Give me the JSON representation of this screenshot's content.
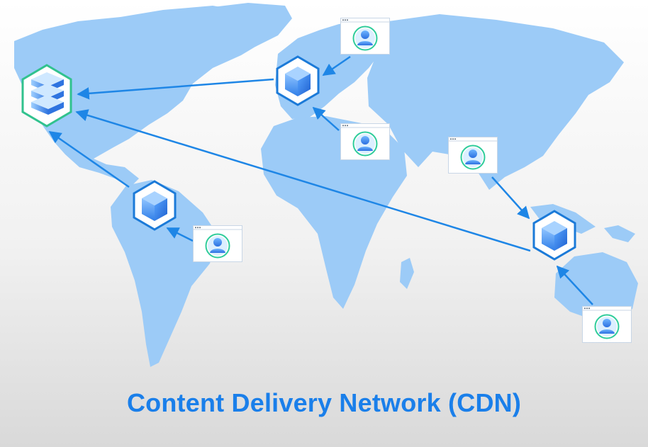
{
  "title": "Content Delivery Network (CDN)",
  "colors": {
    "land": "#9ccbf7",
    "arrow": "#1e86e6",
    "edge_stroke": "#1b7ad8",
    "title": "#1a7fea",
    "user_ring": "#2ecc9a"
  },
  "nodes": {
    "origin": {
      "icon": "origin-server-icon"
    },
    "edge_servers": [
      {
        "region": "europe",
        "icon": "cube-icon"
      },
      {
        "region": "south-america",
        "icon": "cube-icon"
      },
      {
        "region": "southeast-asia",
        "icon": "cube-icon"
      }
    ],
    "clients": [
      {
        "region": "northern-europe",
        "icon": "user-browser-icon"
      },
      {
        "region": "southern-europe",
        "icon": "user-browser-icon"
      },
      {
        "region": "south-america",
        "icon": "user-browser-icon"
      },
      {
        "region": "india",
        "icon": "user-browser-icon"
      },
      {
        "region": "australia",
        "icon": "user-browser-icon"
      }
    ]
  }
}
